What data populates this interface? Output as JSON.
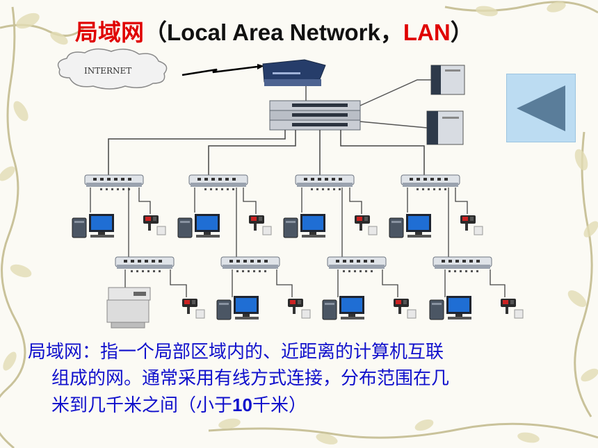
{
  "slide": {
    "title": {
      "zh": "局域网",
      "open_paren": "（",
      "en": "Local Area Network，",
      "abbr": "LAN",
      "close_paren": "）"
    },
    "cloud_label": "INTERNET",
    "description": {
      "line1": "局域网：指一个局部区域内的、近距离的计算机互联",
      "line2": "组成的网。通常采用有线方式连接，分布范围在几",
      "line3_a": "米到几千米之间（小于",
      "line3_num": "10",
      "line3_b": "千米）"
    },
    "back_button_icon": "triangle-left-icon",
    "colors": {
      "title_red": "#e00000",
      "description_blue": "#1010cc",
      "back_button_bg": "#bcdcf2",
      "back_arrow": "#5a7d9a"
    }
  }
}
